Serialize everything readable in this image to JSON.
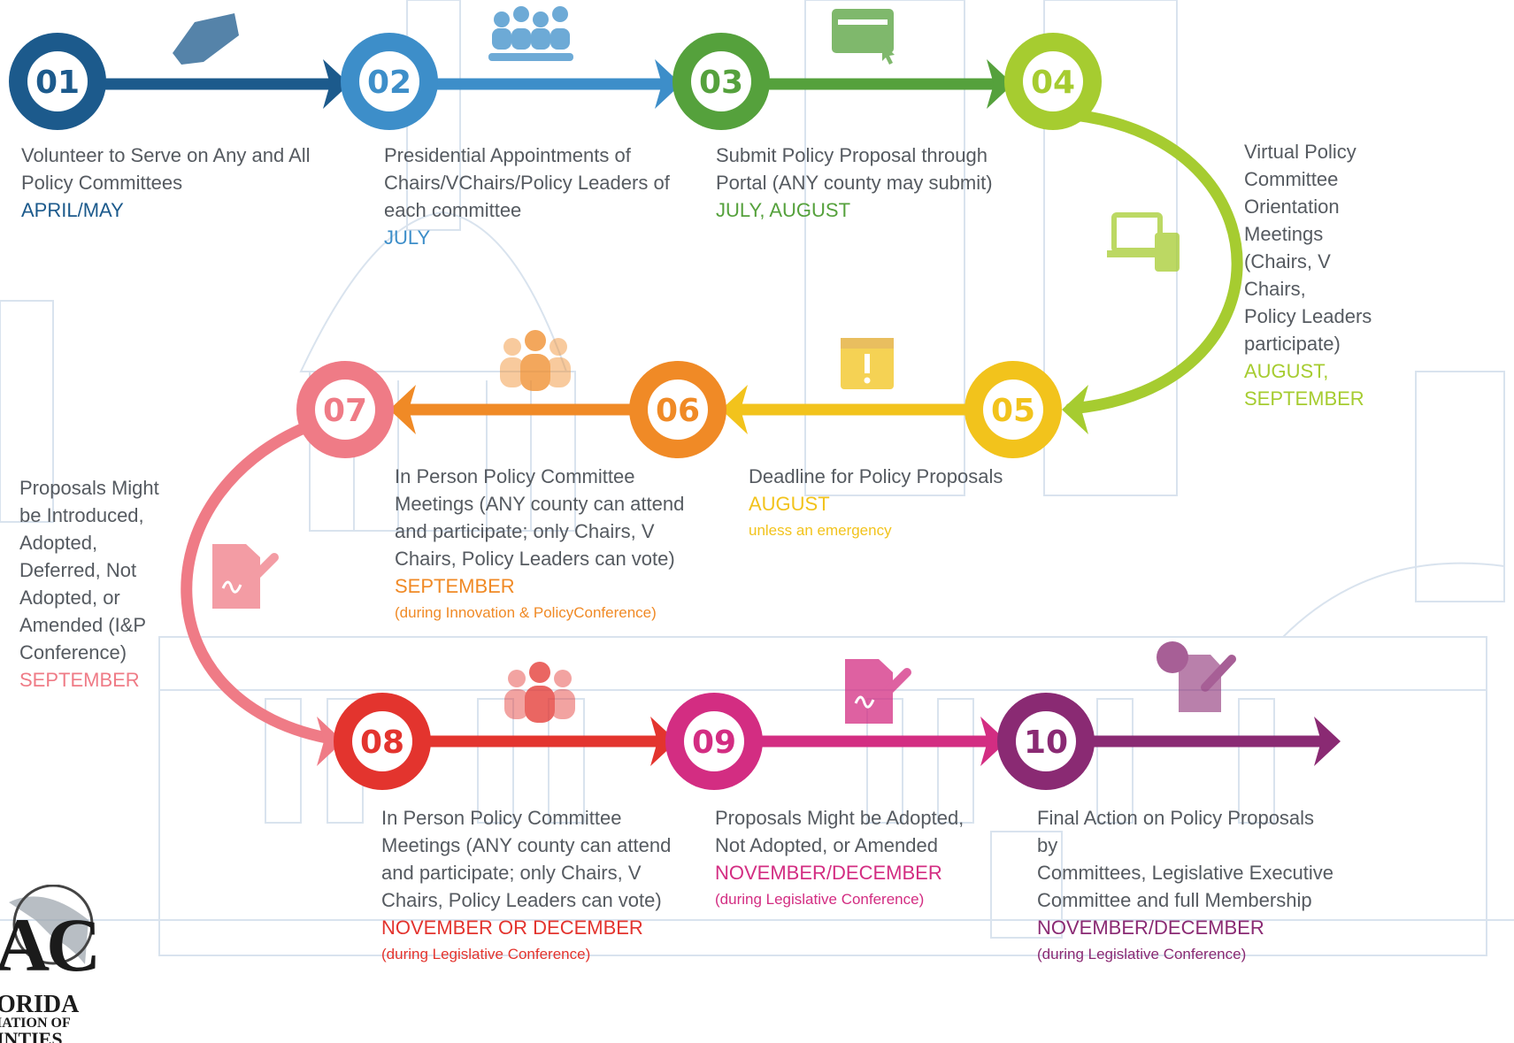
{
  "colors": {
    "s1": "#1c5a8c",
    "s2": "#3d8ec9",
    "s3": "#55a13c",
    "s4": "#a6cc30",
    "s5": "#f2c31c",
    "s6": "#f08a26",
    "s7": "#ef7b86",
    "s8": "#e3342e",
    "s9": "#d32d82",
    "s10": "#8a2a73",
    "text": "#555a60",
    "background_line": "#d8e2ee"
  },
  "steps": [
    {
      "num": "01",
      "desc": "Volunteer to Serve on Any and All\nPolicy Committees",
      "when": "APRIL/MAY",
      "note": "",
      "icon": "handshake-icon"
    },
    {
      "num": "02",
      "desc": "Presidential Appointments of\nChairs/VChairs/Policy Leaders of\neach committee",
      "when": "JULY",
      "note": "",
      "icon": "meeting-table-icon"
    },
    {
      "num": "03",
      "desc": "Submit Policy Proposal through\nPortal (ANY county may submit)",
      "when": "JULY, AUGUST",
      "note": "",
      "icon": "web-portal-icon"
    },
    {
      "num": "04",
      "desc": "Virtual Policy\nCommittee\nOrientation\nMeetings\n(Chairs, V Chairs,\nPolicy Leaders\nparticipate)",
      "when": "AUGUST,\nSEPTEMBER",
      "note": "",
      "icon": "devices-icon"
    },
    {
      "num": "05",
      "desc": "Deadline for Policy Proposals",
      "when": "AUGUST",
      "note": "unless an emergency",
      "icon": "calendar-alert-icon"
    },
    {
      "num": "06",
      "desc": "In Person Policy Committee\nMeetings (ANY county can attend\nand participate; only Chairs, V\nChairs, Policy Leaders can vote)",
      "when": "SEPTEMBER",
      "note": "(during Innovation & PolicyConference)",
      "icon": "group-icon"
    },
    {
      "num": "07",
      "desc": "Proposals Might\nbe Introduced,\nAdopted,\nDeferred, Not\nAdopted, or\nAmended (I&P\nConference)",
      "when": "SEPTEMBER",
      "note": "",
      "icon": "signed-document-icon"
    },
    {
      "num": "08",
      "desc": "In Person Policy Committee\nMeetings (ANY county can attend\nand participate; only Chairs, V\nChairs, Policy Leaders can vote)",
      "when": "NOVEMBER OR DECEMBER",
      "note": "(during Legislative Conference)",
      "icon": "group-icon"
    },
    {
      "num": "09",
      "desc": "Proposals Might be Adopted,\nNot Adopted, or Amended",
      "when": "NOVEMBER/DECEMBER",
      "note": "(during Legislative Conference)",
      "icon": "signed-document-icon"
    },
    {
      "num": "10",
      "desc": "Final Action on Policy Proposals by\nCommittees, Legislative Executive\nCommittee and full Membership",
      "when": "NOVEMBER/DECEMBER",
      "note": "(during Legislative Conference)",
      "icon": "certificate-sign-icon"
    }
  ],
  "logo": {
    "letters": "AC",
    "line1": "ORIDA",
    "line2": "IATION OF",
    "line3": "INTIES",
    "icon": "florida-map-icon"
  }
}
